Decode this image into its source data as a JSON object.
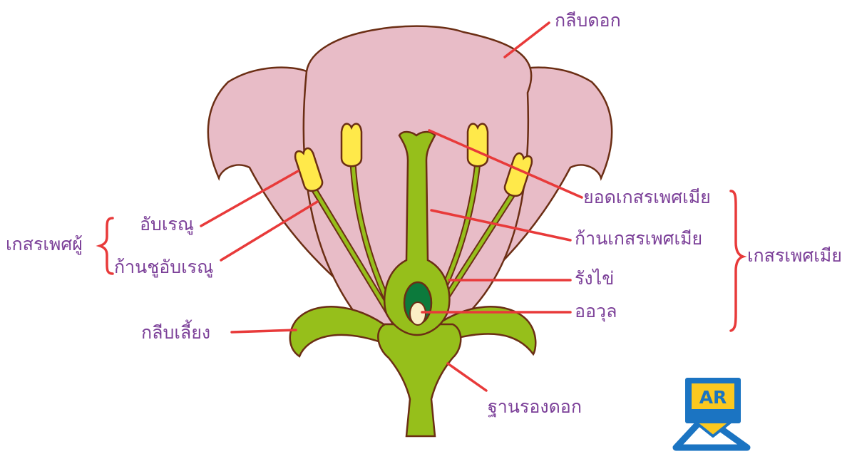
{
  "labels": {
    "petal": "กลีบดอก",
    "stigma": "ยอดเกสรเพศเมีย",
    "style": "ก้านเกสรเพศเมีย",
    "ovary": "รังไข่",
    "ovule": "ออวุล",
    "receptacle": "ฐานรองดอก",
    "sepal": "กลีบเลี้ยง",
    "anther": "อับเรณู",
    "filament": "ก้านชูอับเรณู",
    "stamen_group": "เกสรเพศผู้",
    "pistil_group": "เกสรเพศเมีย"
  },
  "logo": {
    "text": "AR"
  },
  "colors": {
    "petal_fill": "#e8bcc7",
    "outline": "#6b2e14",
    "green": "#96bf1b",
    "anther_yellow": "#ffe94a",
    "ovary_dark": "#0c7a3c",
    "ovule_cream": "#fbefc5",
    "pointer_red": "#e83a3a",
    "label_purple": "#7b3f98",
    "logo_blue": "#1b74c2",
    "logo_yellow": "#fcc81f"
  }
}
